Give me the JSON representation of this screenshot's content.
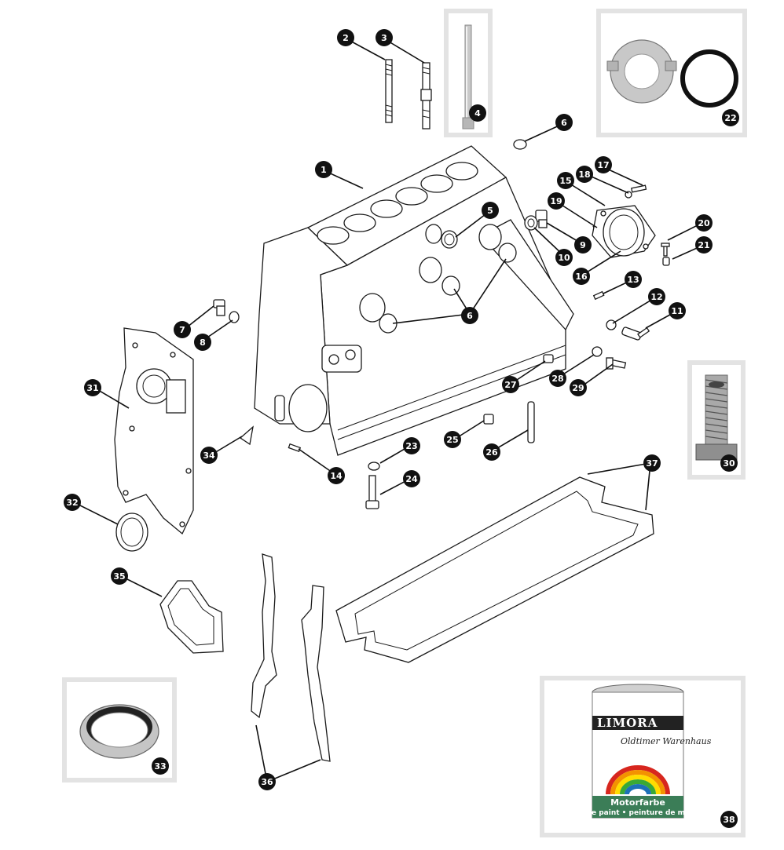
{
  "diagram": {
    "callouts": [
      {
        "id": "c2",
        "label": "2"
      },
      {
        "id": "c3",
        "label": "3"
      },
      {
        "id": "c4",
        "label": "4"
      },
      {
        "id": "c6a",
        "label": "6"
      },
      {
        "id": "c22",
        "label": "22"
      },
      {
        "id": "c1",
        "label": "1"
      },
      {
        "id": "c17",
        "label": "17"
      },
      {
        "id": "c18",
        "label": "18"
      },
      {
        "id": "c15",
        "label": "15"
      },
      {
        "id": "c19",
        "label": "19"
      },
      {
        "id": "c5",
        "label": "5"
      },
      {
        "id": "c9",
        "label": "9"
      },
      {
        "id": "c10",
        "label": "10"
      },
      {
        "id": "c20",
        "label": "20"
      },
      {
        "id": "c21",
        "label": "21"
      },
      {
        "id": "c16",
        "label": "16"
      },
      {
        "id": "c13",
        "label": "13"
      },
      {
        "id": "c12",
        "label": "12"
      },
      {
        "id": "c11",
        "label": "11"
      },
      {
        "id": "c6b",
        "label": "6"
      },
      {
        "id": "c7",
        "label": "7"
      },
      {
        "id": "c8",
        "label": "8"
      },
      {
        "id": "c31",
        "label": "31"
      },
      {
        "id": "c27",
        "label": "27"
      },
      {
        "id": "c28",
        "label": "28"
      },
      {
        "id": "c29",
        "label": "29"
      },
      {
        "id": "c30",
        "label": "30"
      },
      {
        "id": "c25",
        "label": "25"
      },
      {
        "id": "c26",
        "label": "26"
      },
      {
        "id": "c23",
        "label": "23"
      },
      {
        "id": "c34",
        "label": "34"
      },
      {
        "id": "c14",
        "label": "14"
      },
      {
        "id": "c24",
        "label": "24"
      },
      {
        "id": "c37",
        "label": "37"
      },
      {
        "id": "c32",
        "label": "32"
      },
      {
        "id": "c35",
        "label": "35"
      },
      {
        "id": "c33",
        "label": "33"
      },
      {
        "id": "c36",
        "label": "36"
      },
      {
        "id": "c38",
        "label": "38"
      }
    ]
  },
  "paint_can": {
    "brand": "LIMORA",
    "subtitle": "Oldtimer Warenhaus",
    "label_line1": "Motorfarbe",
    "label_line2": "engine paint • peinture de moteur"
  },
  "colors": {
    "badge": "#111111",
    "rainbow": [
      "#d7261e",
      "#f39200",
      "#ffdd00",
      "#3aa935",
      "#1d71b8",
      "#662483"
    ],
    "can_band": "#3b7d57"
  }
}
